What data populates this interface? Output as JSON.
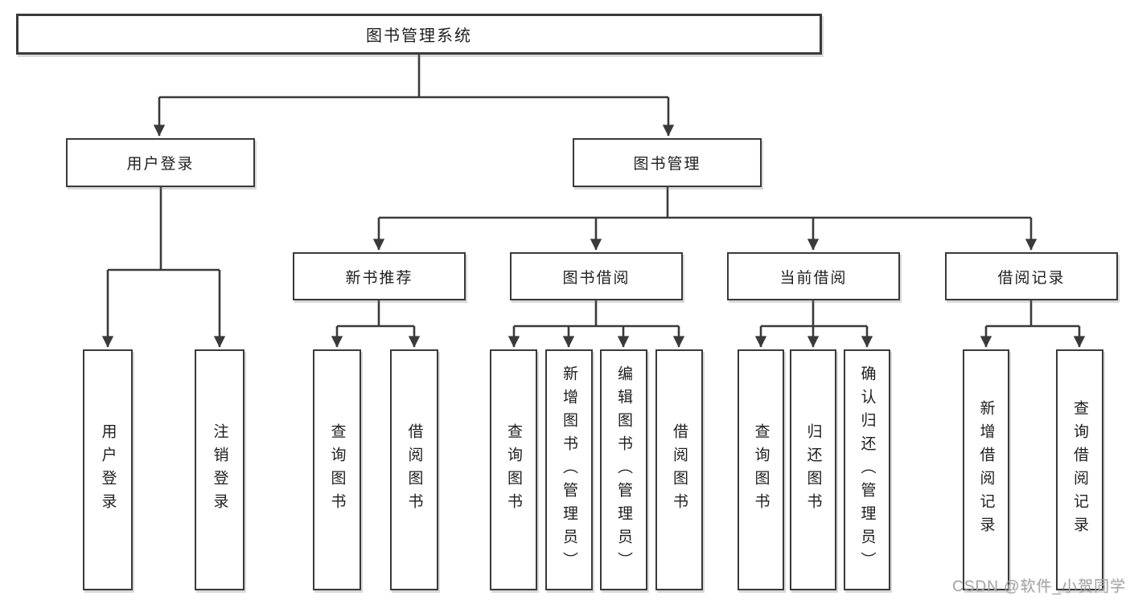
{
  "diagram": {
    "line_color": "#3a3a3a",
    "text_color": "#1f1f1f",
    "root": {
      "label": "图书管理系统"
    },
    "branches": [
      {
        "label": "用户登录",
        "children": [
          {
            "label": "用户登录"
          },
          {
            "label": "注销登录"
          }
        ]
      },
      {
        "label": "图书管理",
        "children": [
          {
            "label": "新书推荐",
            "children": [
              {
                "label": "查询图书"
              },
              {
                "label": "借阅图书"
              }
            ]
          },
          {
            "label": "图书借阅",
            "children": [
              {
                "label": "查询图书"
              },
              {
                "label": "新增图书（管理员）"
              },
              {
                "label": "编辑图书（管理员）"
              },
              {
                "label": "借阅图书"
              }
            ]
          },
          {
            "label": "当前借阅",
            "children": [
              {
                "label": "查询图书"
              },
              {
                "label": "归还图书"
              },
              {
                "label": "确认归还（管理员）"
              }
            ]
          },
          {
            "label": "借阅记录",
            "children": [
              {
                "label": "新增借阅记录"
              },
              {
                "label": "查询借阅记录"
              }
            ]
          }
        ]
      }
    ]
  },
  "watermark": {
    "text": "CSDN @软件_小贺同学",
    "color": "#a6a6a6"
  }
}
